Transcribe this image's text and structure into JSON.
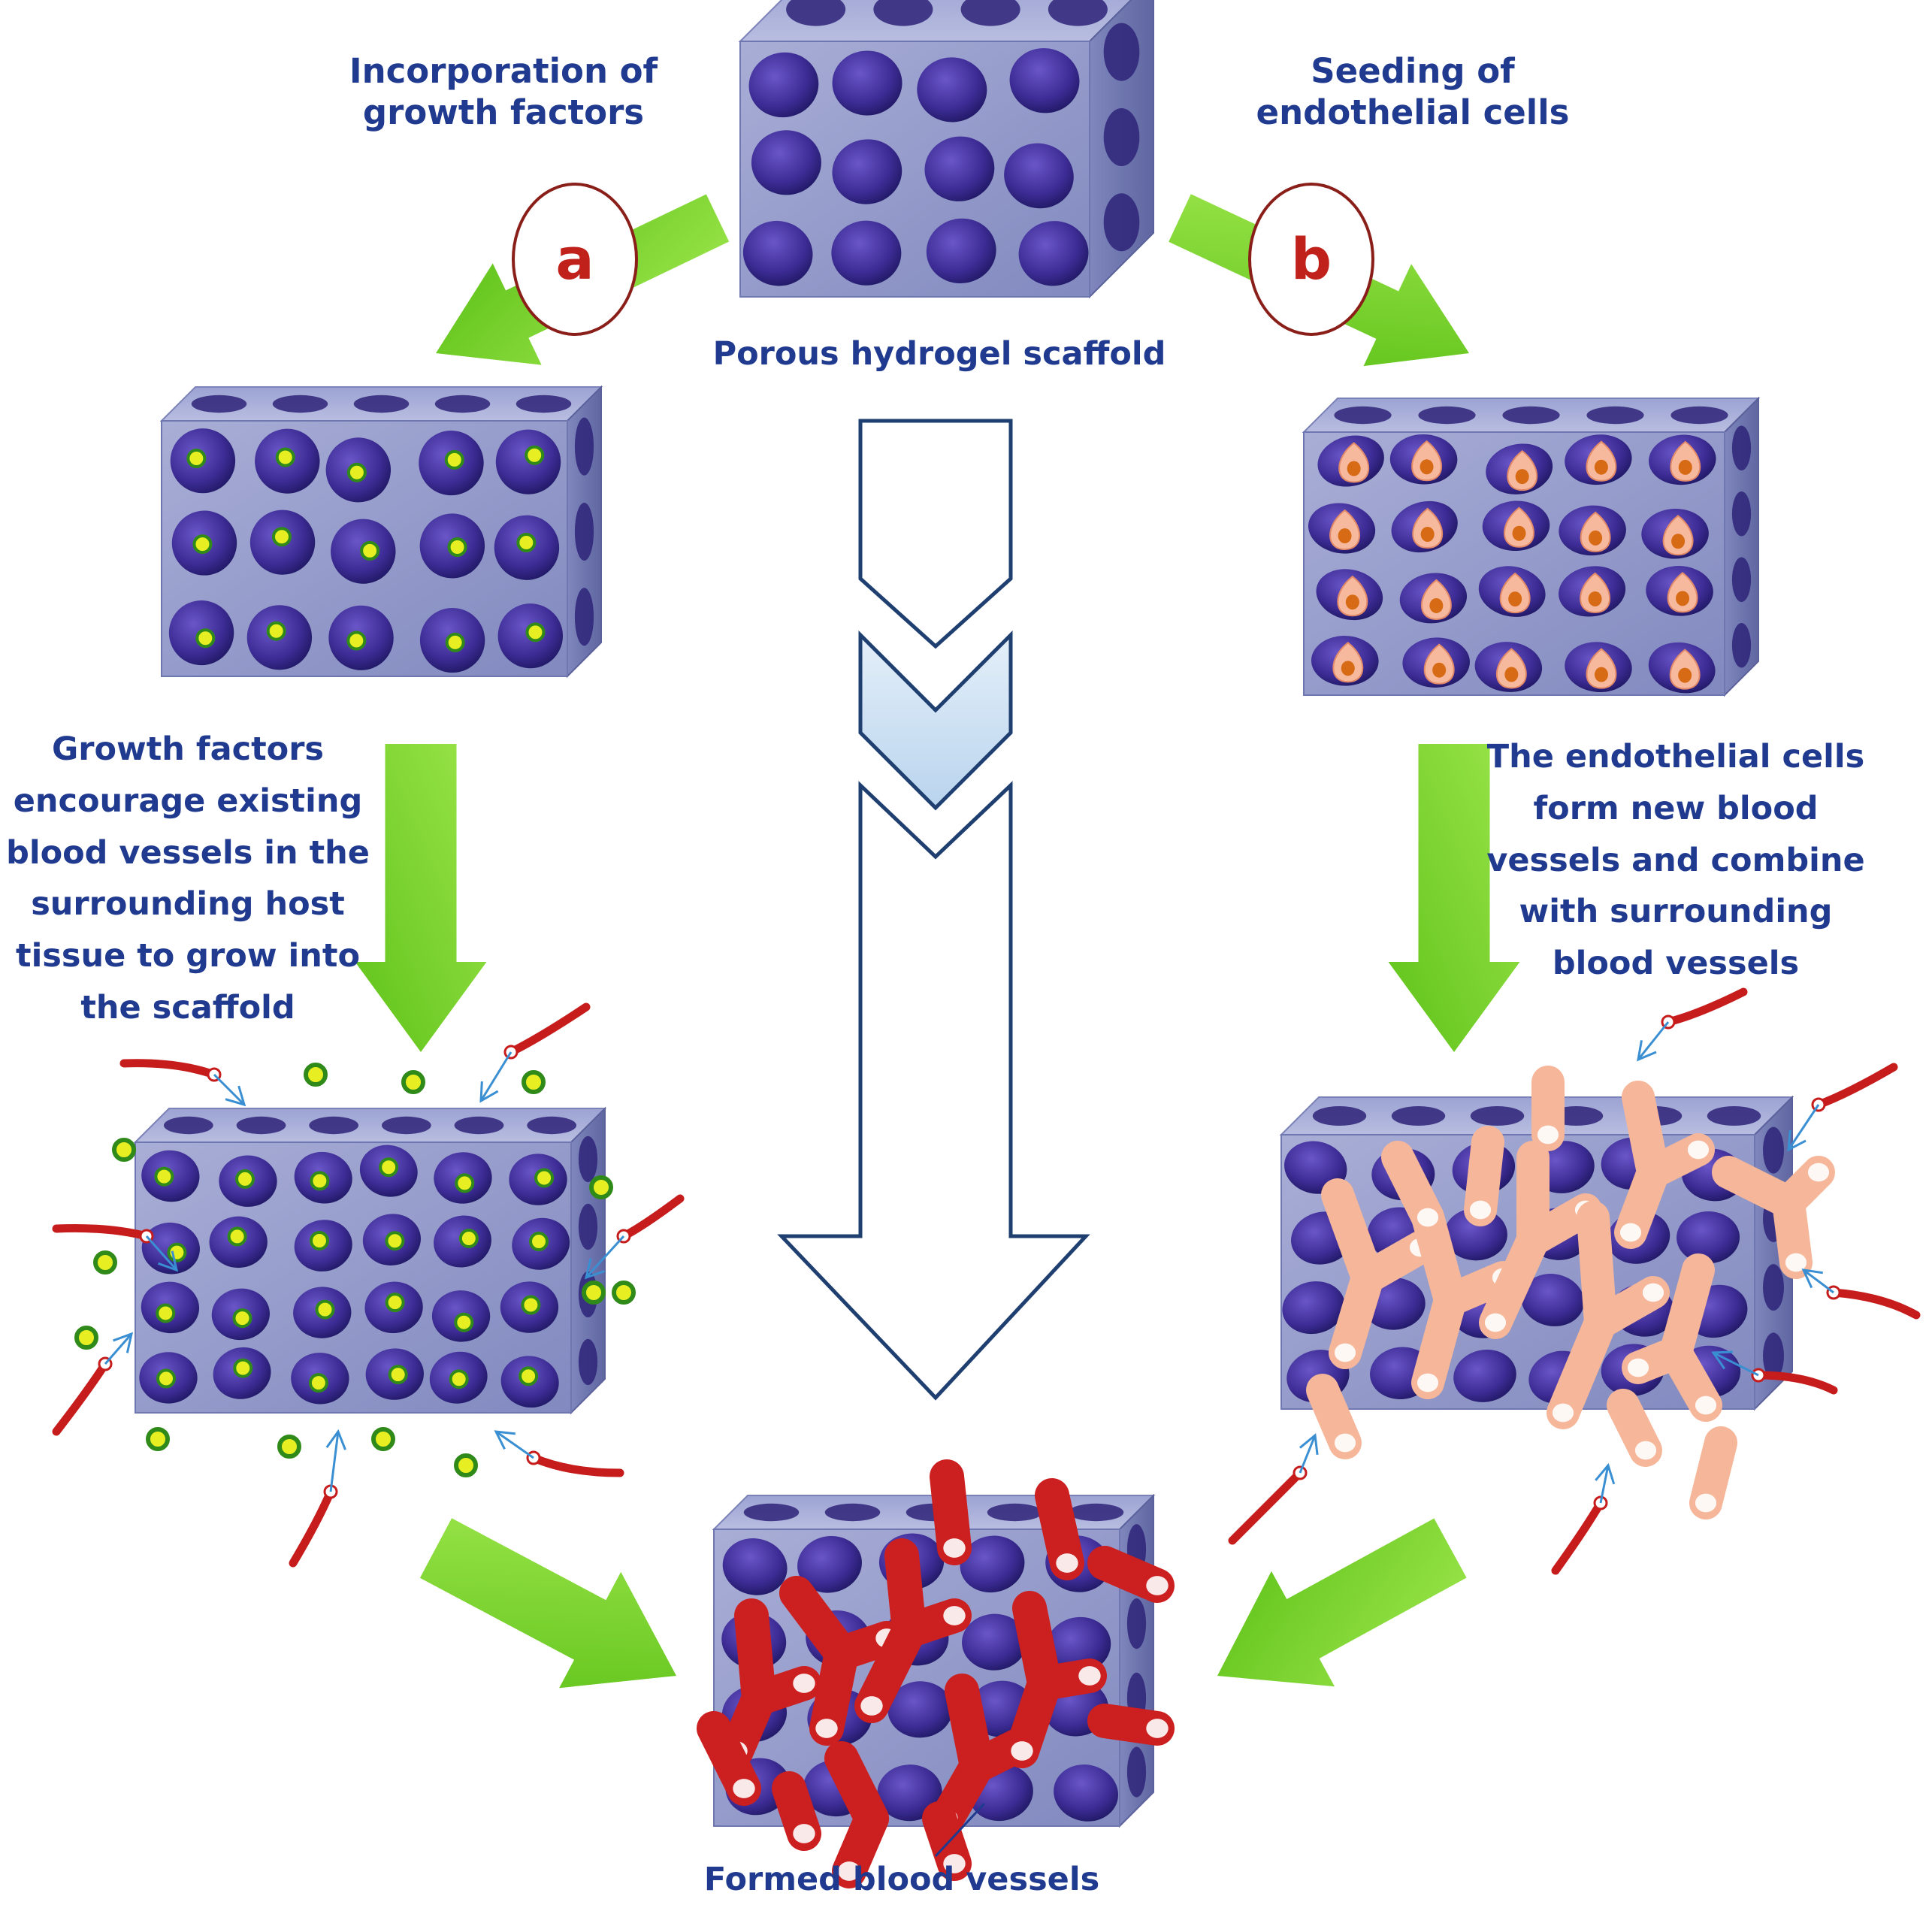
{
  "labels": {
    "top_left": "Incorporation of\ngrowth factors",
    "top_right": "Seeding of\nendothelial cells",
    "scaffold": "Porous hydrogel scaffold",
    "left_desc": "Growth factors\nencourage existing\nblood vessels in the\nsurrounding host\ntissue to grow into\nthe scaffold",
    "right_desc": "The endothelial cells\nform new blood\nvessels and combine\nwith surrounding\nblood vessels",
    "bottom": "Formed blood vessels"
  },
  "badges": {
    "a": "a",
    "b": "b"
  },
  "colors": {
    "text": "#1f3a8f",
    "badge_text": "#c0211b",
    "green_arrow": "#7ed321",
    "scaffold_face": "#8d95c4",
    "pore": "#3b2b8c",
    "growth_factor": "#e6ec23",
    "endothelial": "#f6b69a",
    "vessel": "#d0231d"
  }
}
